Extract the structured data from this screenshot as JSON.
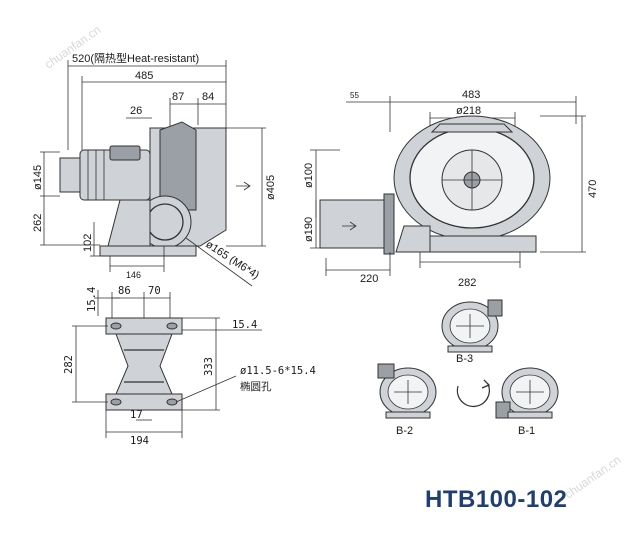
{
  "model": "HTB100-102",
  "watermarks": [
    "chuanfan.cn",
    "chuanfan.cn"
  ],
  "side_view": {
    "total_length": "520(隔热型Heat-resistant)",
    "length": "485",
    "d26": "26",
    "d87": "87",
    "d84": "84",
    "phi145": "ø145",
    "d262": "262",
    "d102": "102",
    "d146": "146",
    "phi405": "ø405",
    "outlet": "ø165 (M6*4)"
  },
  "front_view": {
    "d55": "55",
    "width": "483",
    "phi218": "ø218",
    "phi100": "ø100",
    "phi190": "ø190",
    "d220": "220",
    "d282": "282",
    "height": "470"
  },
  "base_view": {
    "d15_4_top": "15.4",
    "d86": "86",
    "d70": "70",
    "d15_4_right": "15.4",
    "d282": "282",
    "d333": "333",
    "hole_size": "ø11.5-6*15.4",
    "hole_label": "椭圆孔",
    "d17": "17",
    "d194": "194"
  },
  "orientations": {
    "b3": "B-3",
    "b2": "B-2",
    "b1": "B-1"
  }
}
